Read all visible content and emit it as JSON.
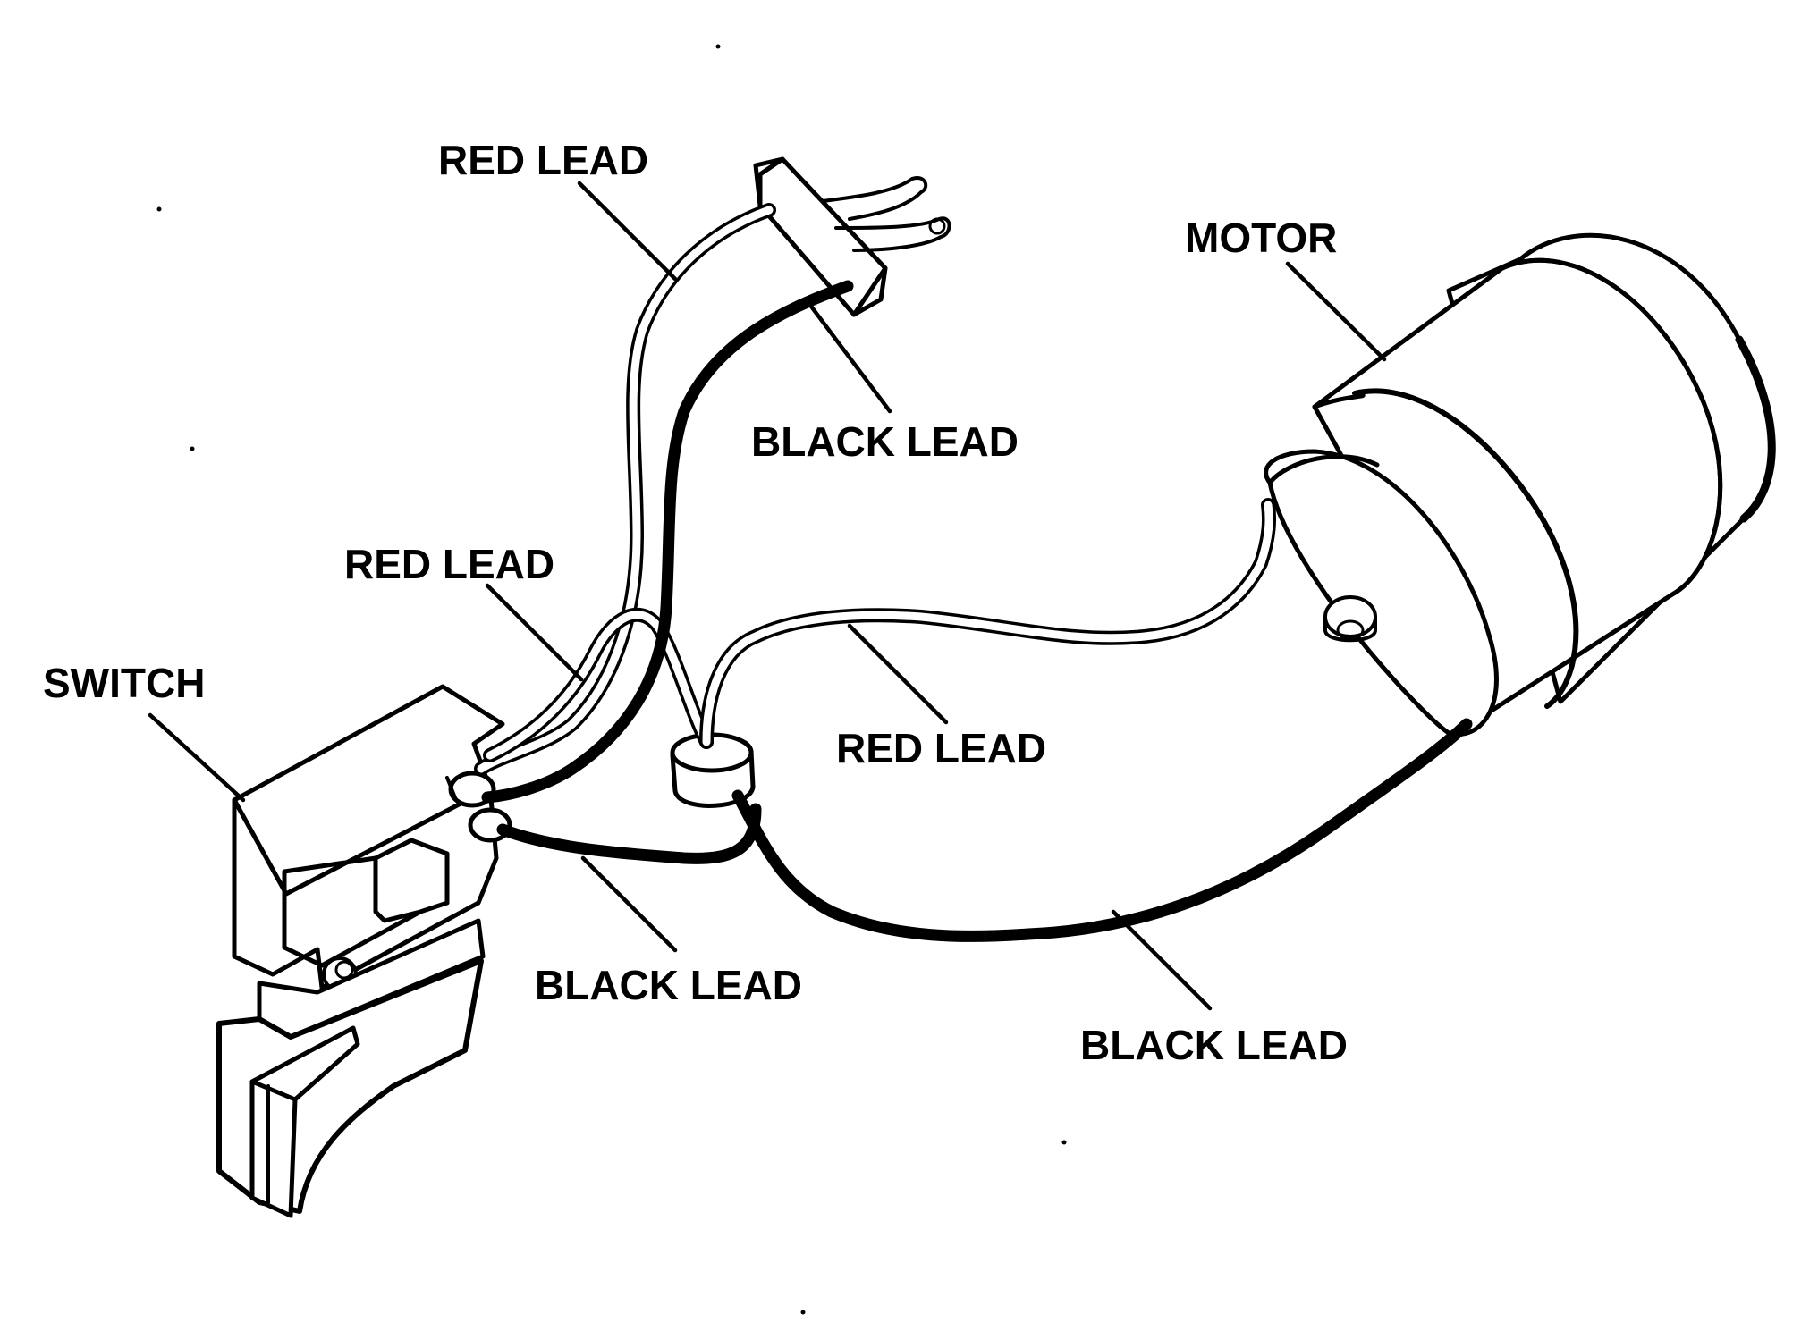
{
  "diagram": {
    "labels": {
      "red_lead_top": "RED LEAD",
      "black_lead_top": "BLACK LEAD",
      "motor": "MOTOR",
      "red_lead_mid": "RED LEAD",
      "switch": "SWITCH",
      "red_lead_right": "RED LEAD",
      "black_lead_bottom": "BLACK LEAD",
      "black_lead_right": "BLACK LEAD"
    },
    "colors": {
      "ink": "#000000",
      "paper": "#ffffff"
    }
  }
}
